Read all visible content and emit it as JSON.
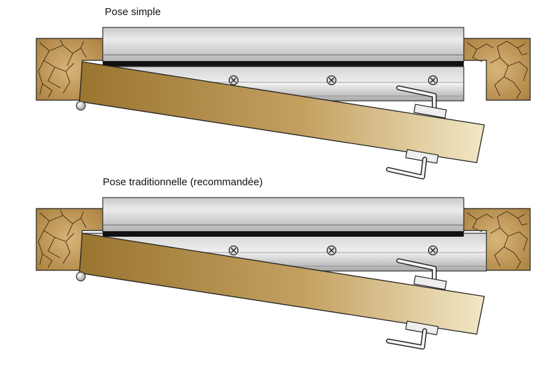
{
  "diagram": {
    "panels": [
      {
        "id": "simple",
        "caption": "Pose simple"
      },
      {
        "id": "traditional",
        "caption": "Pose traditionnelle (recommandée)"
      }
    ]
  },
  "colors": {
    "wood_dark": "#9a7530",
    "wood_light": "#f2e7c5",
    "frame_wood": "#c9a062",
    "metal_light": "#e3e3e3",
    "metal_mid": "#bdbdbd",
    "metal_dark": "#8f8f8f",
    "seal": "#111111",
    "outline": "#333333"
  },
  "icons": [
    "screw-icon",
    "pivot-pin-icon",
    "lock-clip-icon",
    "wood-grain-texture"
  ]
}
